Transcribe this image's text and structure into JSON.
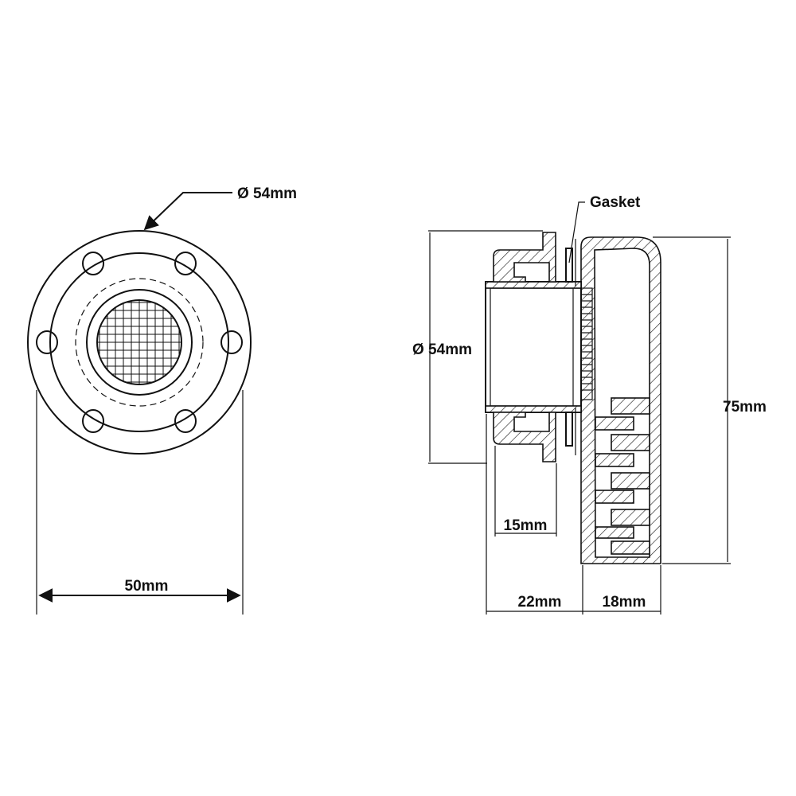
{
  "labels": {
    "front_diameter": "Ø 54mm",
    "front_width": "50mm",
    "gasket": "Gasket",
    "side_diameter": "Ø 54mm",
    "height": "75mm",
    "nut_depth": "15mm",
    "body_depth": "22mm",
    "cover_depth": "18mm"
  }
}
